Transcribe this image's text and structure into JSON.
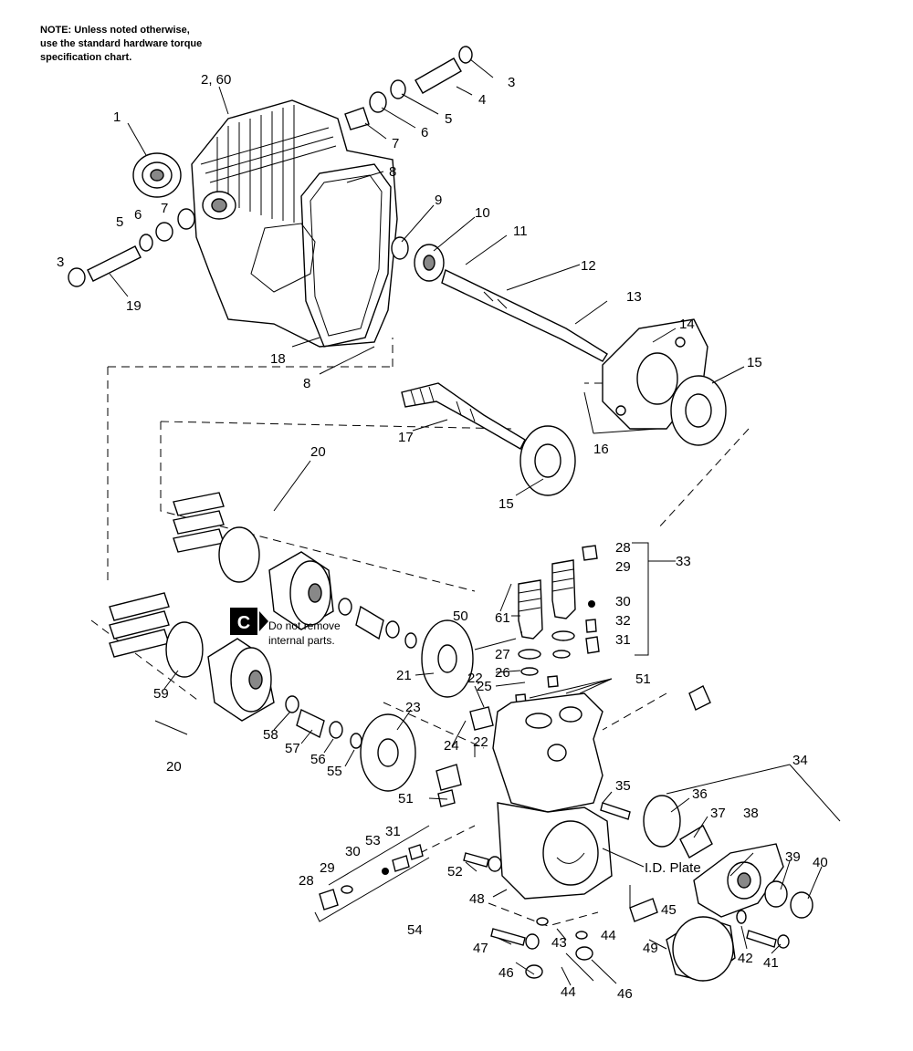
{
  "note": {
    "line1": "NOTE: Unless noted otherwise,",
    "line2": "use the standard hardware torque",
    "line3": "specification chart."
  },
  "callout": {
    "letter": "C",
    "line1": "Do not remove",
    "line2": "internal parts."
  },
  "id_plate_label": "I.D. Plate",
  "part_labels": {
    "p1": "1",
    "p2_60": "2, 60",
    "p3a": "3",
    "p3b": "3",
    "p4": "4",
    "p5a": "5",
    "p5b": "5",
    "p6a": "6",
    "p6b": "6",
    "p7a": "7",
    "p7b": "7",
    "p8a": "8",
    "p8b": "8",
    "p9": "9",
    "p10": "10",
    "p11": "11",
    "p12": "12",
    "p13": "13",
    "p14": "14",
    "p15a": "15",
    "p15b": "15",
    "p16": "16",
    "p17": "17",
    "p18": "18",
    "p19": "19",
    "p20a": "20",
    "p20b": "20",
    "p21": "21",
    "p22a": "22",
    "p22b": "22",
    "p23": "23",
    "p24": "24",
    "p25": "25",
    "p26": "26",
    "p27": "27",
    "p28a": "28",
    "p28b": "28",
    "p29a": "29",
    "p29b": "29",
    "p30a": "30",
    "p30b": "30",
    "p31a": "31",
    "p31b": "31",
    "p32": "32",
    "p33": "33",
    "p34": "34",
    "p35": "35",
    "p36": "36",
    "p37": "37",
    "p38": "38",
    "p39": "39",
    "p40": "40",
    "p41": "41",
    "p42": "42",
    "p43": "43",
    "p44a": "44",
    "p44b": "44",
    "p45": "45",
    "p46a": "46",
    "p46b": "46",
    "p47": "47",
    "p48": "48",
    "p49": "49",
    "p50": "50",
    "p51a": "51",
    "p51b": "51",
    "p52": "52",
    "p53": "53",
    "p54": "54",
    "p55": "55",
    "p56": "56",
    "p57": "57",
    "p58": "58",
    "p59": "59",
    "p61": "61"
  }
}
